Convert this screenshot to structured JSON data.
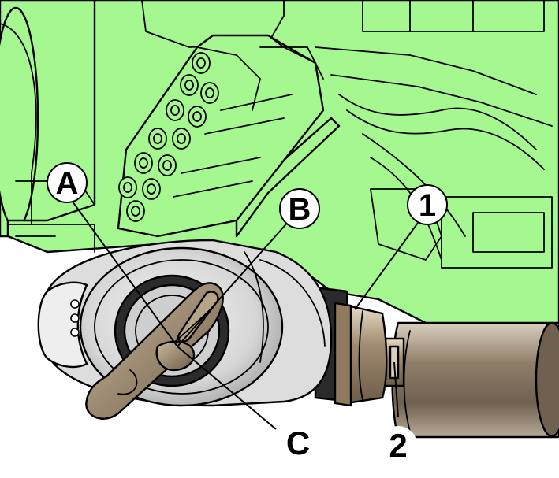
{
  "diagram": {
    "callouts": [
      {
        "id": "A",
        "label": "A"
      },
      {
        "id": "B",
        "label": "B"
      },
      {
        "id": "C",
        "label": "C"
      },
      {
        "id": "1",
        "label": "1"
      },
      {
        "id": "2",
        "label": "2"
      }
    ],
    "colors": {
      "housing": "#a5f78f",
      "housing_shadow": "#8fe07a",
      "cylinder_light": "#eeeeee",
      "cylinder_mid": "#c9c9c9",
      "key": "#9d8a72",
      "key_dark": "#6b5a46",
      "shaft": "#8f7f69",
      "outline": "#000000",
      "background": "#ffffff"
    }
  }
}
